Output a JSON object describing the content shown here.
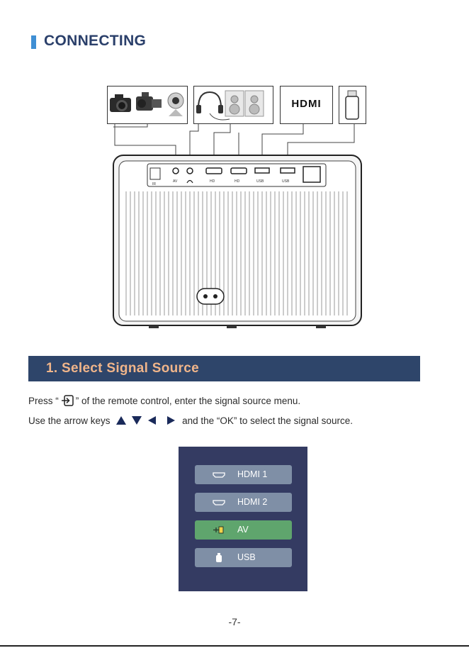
{
  "header": {
    "title": "CONNECTING"
  },
  "diagram": {
    "hdmi_logo_text": "HDMI",
    "ports": [
      {
        "name": "ir",
        "label": "IR"
      },
      {
        "name": "av",
        "label": "AV"
      },
      {
        "name": "headphone",
        "label": ""
      },
      {
        "name": "hdmi1",
        "label": "HD"
      },
      {
        "name": "hdmi2",
        "label": "HD"
      },
      {
        "name": "usb1",
        "label": "USB"
      },
      {
        "name": "usb2",
        "label": "USB"
      }
    ]
  },
  "section": {
    "heading": "1. Select Signal Source",
    "line1_before": "Press “",
    "line1_after": "” of the remote control, enter the signal source menu.",
    "line2_before": "Use the arrow keys",
    "line2_after": "and the “OK” to select the signal source."
  },
  "menu": {
    "items": [
      {
        "label": "HDMI 1",
        "icon": "hdmi-icon",
        "active": false
      },
      {
        "label": "HDMI 2",
        "icon": "hdmi-icon",
        "active": false
      },
      {
        "label": "AV",
        "icon": "av-icon",
        "active": true
      },
      {
        "label": "USB",
        "icon": "usb-icon",
        "active": false
      }
    ],
    "active_color": "#5fa56d",
    "item_color": "#7f8fa6",
    "background_color": "#343b62"
  },
  "footer": {
    "page_number": "-7-"
  }
}
